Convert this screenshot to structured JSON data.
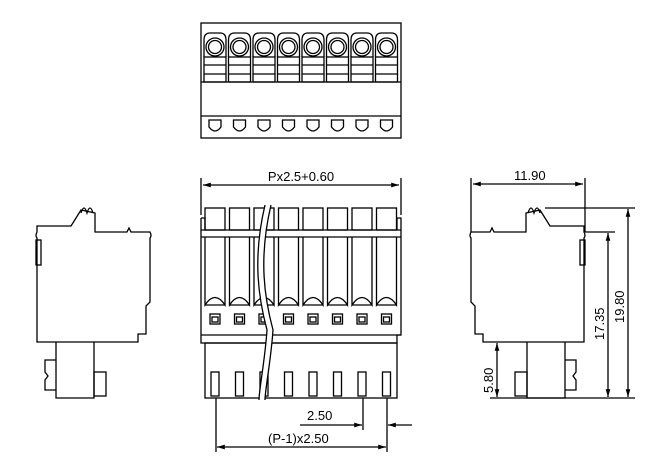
{
  "drawing": {
    "pin_count_shown": 8,
    "dimensions": {
      "overall_width": "Px2.5+0.60",
      "pitch": "2.50",
      "pin_span": "(P-1)x2.50",
      "depth": "11.90",
      "body_height": "17.35",
      "total_height": "19.80",
      "pin_height": "5.80"
    },
    "line_color": "#000000",
    "background": "#ffffff"
  }
}
